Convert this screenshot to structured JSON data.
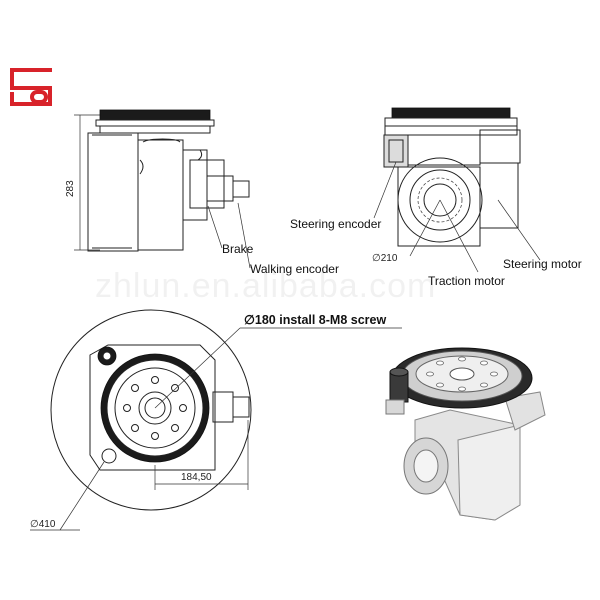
{
  "colors": {
    "brand": "#d8232a",
    "line": "#222222",
    "shade": "#dcdcdc"
  },
  "logo": {
    "name": "brand-logo"
  },
  "watermark": {
    "text": "zhlun.en.alibaba.com"
  },
  "side_view": {
    "height_dim": "283",
    "labels": {
      "brake": "Brake",
      "walking_encoder": "Walking encoder"
    }
  },
  "front_view": {
    "labels": {
      "steering_encoder": "Steering encoder",
      "diameter_210": "∅210",
      "traction_motor": "Traction motor",
      "steering_motor": "Steering motor"
    }
  },
  "top_view": {
    "labels": {
      "pcd_note": "∅180 install 8-M8 screw",
      "offset_dim": "184,50",
      "diameter_410": "∅410"
    }
  },
  "iso_view": {
    "name": "isometric-rendering"
  }
}
